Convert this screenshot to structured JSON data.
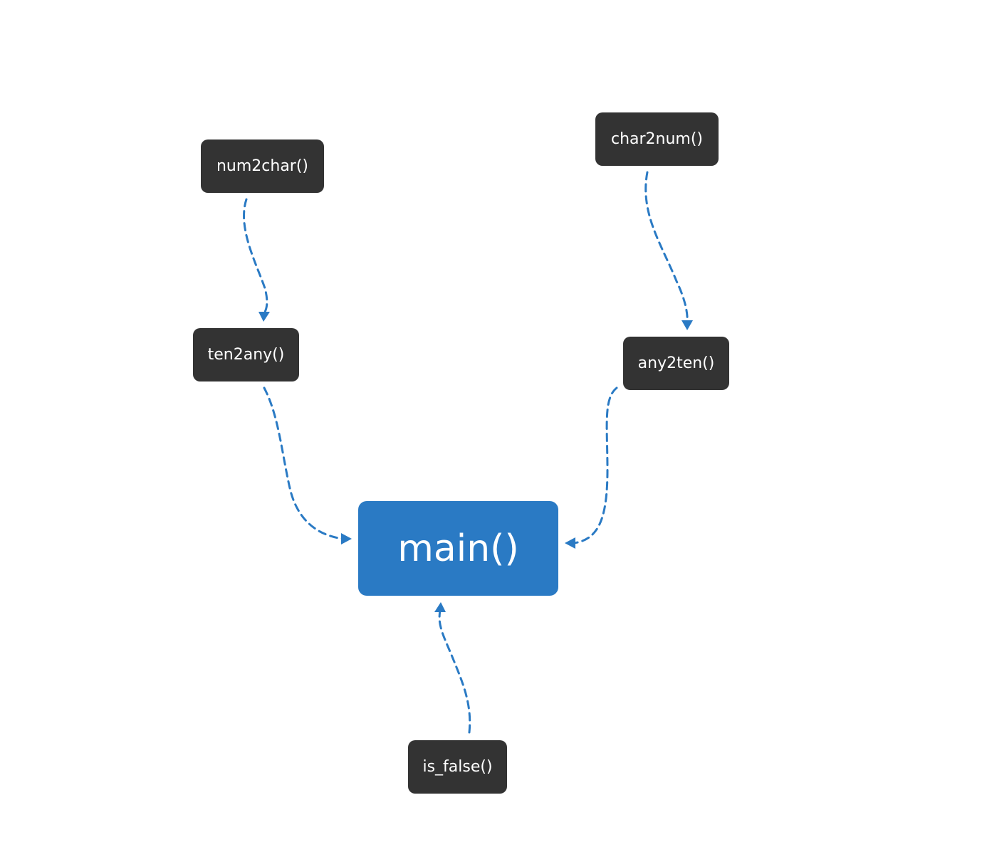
{
  "diagram": {
    "edge_color": "#2a7ac4",
    "node_color": "#333333",
    "main_color": "#2a7ac4",
    "nodes": {
      "num2char": "num2char()",
      "char2num": "char2num()",
      "ten2any": "ten2any()",
      "any2ten": "any2ten()",
      "main": "main()",
      "is_false": "is_false()"
    },
    "edges": [
      {
        "from": "num2char",
        "to": "ten2any"
      },
      {
        "from": "char2num",
        "to": "any2ten"
      },
      {
        "from": "ten2any",
        "to": "main"
      },
      {
        "from": "any2ten",
        "to": "main"
      },
      {
        "from": "is_false",
        "to": "main"
      }
    ]
  }
}
